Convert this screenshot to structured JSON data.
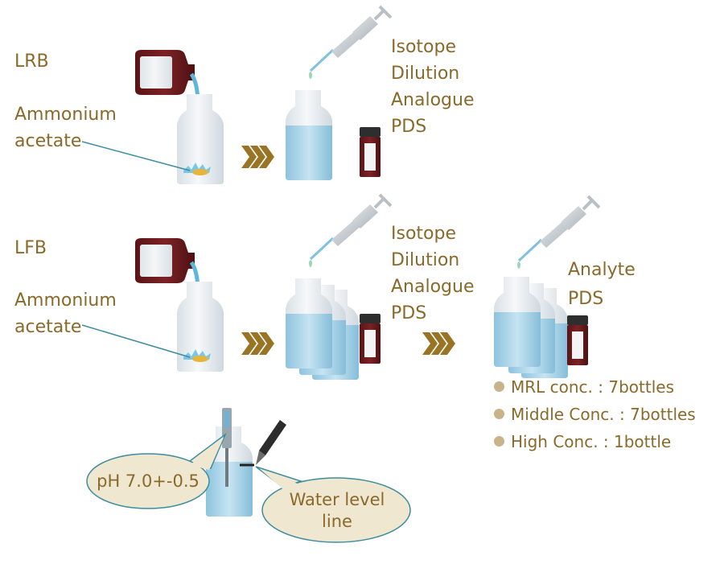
{
  "rows": [
    {
      "id": "lrb",
      "blank_label": "LRB",
      "reagent_label": [
        "Ammonium",
        "acetate"
      ],
      "spike_label": [
        "Isotope",
        "Dilution",
        "Analogue",
        "PDS"
      ]
    },
    {
      "id": "lfb",
      "blank_label": "LFB",
      "reagent_label": [
        "Ammonium",
        "acetate"
      ],
      "spike_label": [
        "Isotope",
        "Dilution",
        "Analogue",
        "PDS"
      ],
      "analyte_label": [
        "Analyte",
        "PDS"
      ],
      "concentrations": [
        {
          "label": "MRL conc.  : 7bottles"
        },
        {
          "label": "Middle Conc. : 7bottles"
        },
        {
          "label": "High Conc. : 1bottle"
        }
      ]
    }
  ],
  "callouts": {
    "ph": "pH 7.0+-0.5",
    "water_level": [
      "Water level",
      "line"
    ]
  },
  "icons": [
    "reagent-bottle-icon",
    "sample-bottle-icon",
    "pipette-icon",
    "vial-icon",
    "arrow-chevrons-icon",
    "ph-meter-icon",
    "marker-pen-icon"
  ],
  "colors": {
    "text": "#8a6a2a",
    "reagent_bottle": "#6b1a1c",
    "water": "#a9d4e8",
    "bottle_glass": "#e9eef2",
    "arrow": "#9a7425",
    "callout_fill": "#efe7cf"
  }
}
